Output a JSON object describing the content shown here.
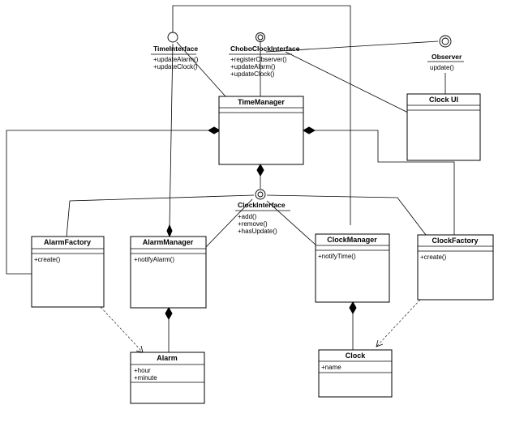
{
  "classes": {
    "time_manager": {
      "name": "TimeManager"
    },
    "clock_ui": {
      "name": "Clock UI"
    },
    "alarm_factory": {
      "name": "AlarmFactory",
      "ops": [
        "+create()"
      ]
    },
    "alarm_manager": {
      "name": "AlarmManager",
      "ops": [
        "+notifyAlarm()"
      ]
    },
    "clock_manager": {
      "name": "ClockManager",
      "ops": [
        "+notifyTime()"
      ]
    },
    "clock_factory": {
      "name": "ClockFactory",
      "ops": [
        "+create()"
      ]
    },
    "alarm": {
      "name": "Alarm",
      "attrs": [
        "+hour",
        "+minute"
      ]
    },
    "clock": {
      "name": "Clock",
      "attrs": [
        "+name"
      ]
    }
  },
  "interfaces": {
    "time_interface": {
      "name": "TimeInterface",
      "ops": [
        "+updateAlarm()",
        "+updateClock()"
      ]
    },
    "chobo_clock_interface": {
      "name": "ChoboClockInterface",
      "ops": [
        "+registerObserver()",
        "+updateAlarm()",
        "+updateClock()"
      ]
    },
    "observer": {
      "name": "Observer",
      "ops": [
        "update()"
      ]
    },
    "clock_interface": {
      "name": "ClockInterface",
      "ops": [
        "+add()",
        "+remove()",
        "+hasUpdate()"
      ]
    }
  }
}
